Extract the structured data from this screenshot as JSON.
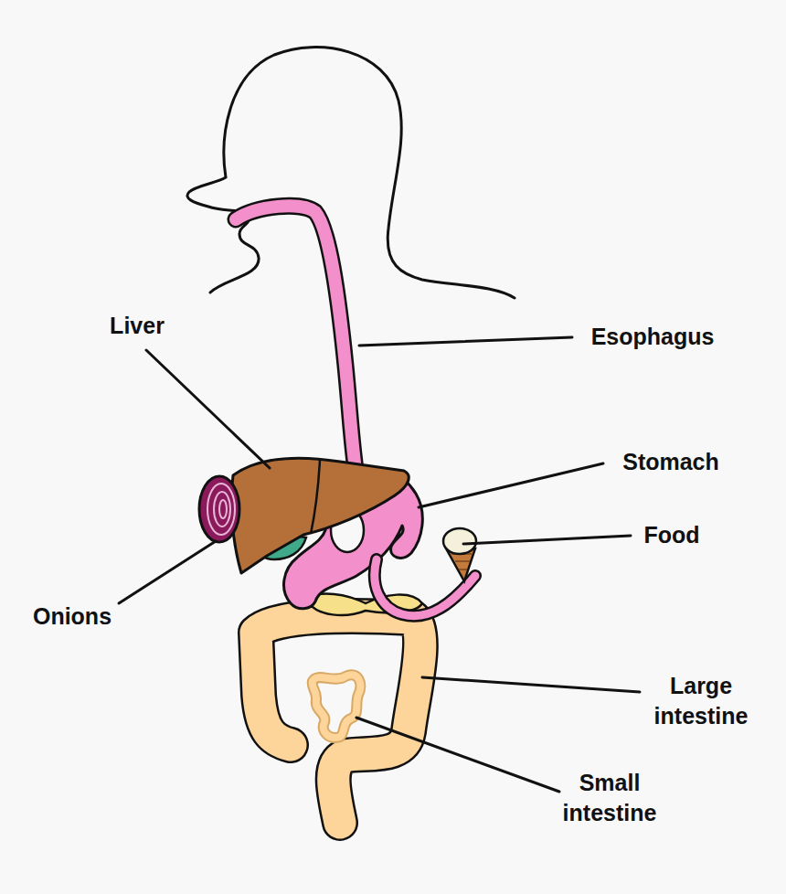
{
  "diagram": {
    "labels": [
      "Liver",
      "Esophagus",
      "Stomach",
      "Food",
      "Onions",
      "Large intestine",
      "Small intestine"
    ]
  }
}
